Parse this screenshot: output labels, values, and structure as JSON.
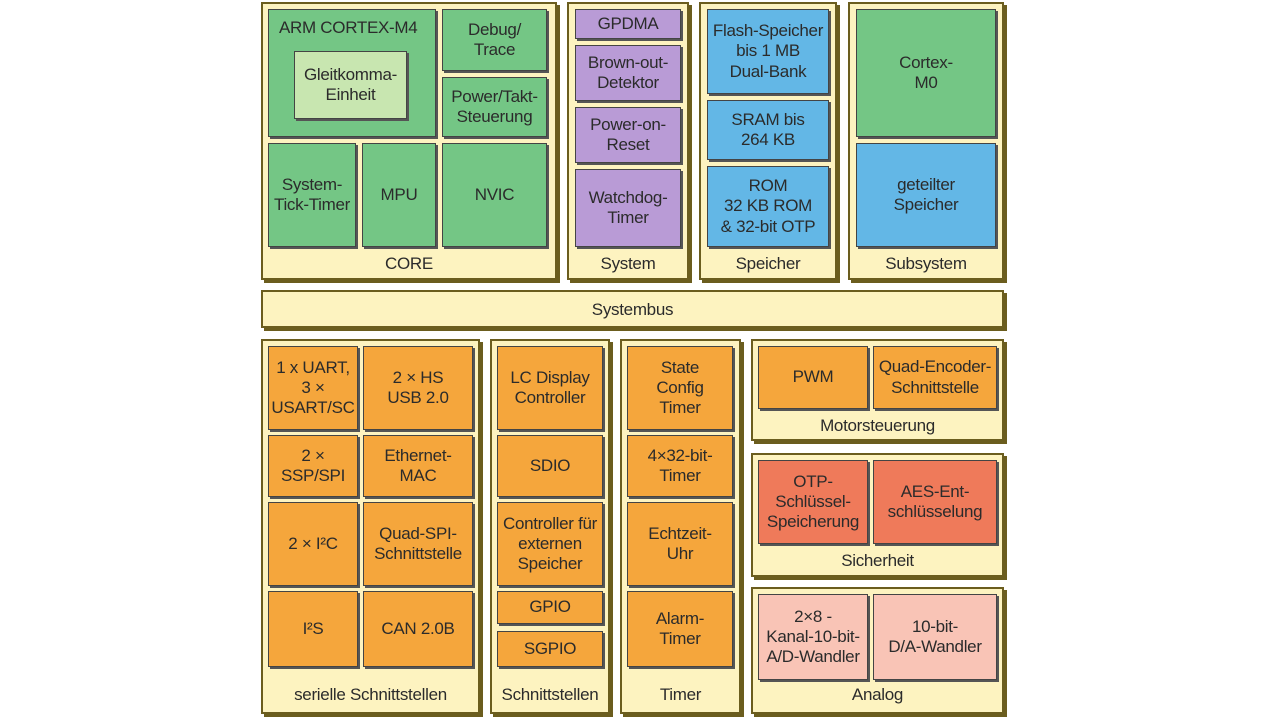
{
  "colors": {
    "panel": "#fdf3c0",
    "panel_border": "#6b5d1e",
    "core": "#74c685",
    "fpu": "#c8e6b0",
    "system": "#b99bd6",
    "memory": "#63b7e6",
    "interfaces": "#f5a63c",
    "security": "#ef7a5a",
    "analog": "#f9c4b6"
  },
  "core": {
    "label": "CORE",
    "arm": "ARM CORTEX-M4",
    "fpu": "Gleitkomma-\nEinheit",
    "debug": "Debug/\nTrace",
    "power": "Power/Takt-\nSteuerung",
    "systick": "System-\nTick-Timer",
    "mpu": "MPU",
    "nvic": "NVIC"
  },
  "system": {
    "label": "System",
    "gpdma": "GPDMA",
    "brownout": "Brown-out-\nDetektor",
    "por": "Power-on-\nReset",
    "watchdog": "Watchdog-\nTimer"
  },
  "memory": {
    "label": "Speicher",
    "flash": "Flash-Speicher\nbis 1 MB\nDual-Bank",
    "sram": "SRAM bis\n264 KB",
    "rom": "ROM\n32 KB ROM\n& 32-bit OTP"
  },
  "subsystem": {
    "label": "Subsystem",
    "m0": "Cortex-\nM0",
    "shared": "geteilter\nSpeicher"
  },
  "bus": {
    "label": "Systembus"
  },
  "serial": {
    "label": "serielle Schnittstellen",
    "uart": "1 x UART,\n3 ×\nUSART/SC",
    "usb": "2 × HS\nUSB 2.0",
    "ssp": "2 ×\nSSP/SPI",
    "ethernet": "Ethernet-\nMAC",
    "i2c": "2 × I²C",
    "quadspi": "Quad-SPI-\nSchnittstelle",
    "i2s": "I²S",
    "can": "CAN 2.0B"
  },
  "interfaces": {
    "label": "Schnittstellen",
    "lcd": "LC Display\nController",
    "sdio": "SDIO",
    "emc": "Controller für\nexternen\nSpeicher",
    "gpio": "GPIO",
    "sgpio": "SGPIO"
  },
  "timer": {
    "label": "Timer",
    "sct": "State\nConfig\nTimer",
    "timer32": "4×32-bit-\nTimer",
    "rtc": "Echtzeit-\nUhr",
    "alarm": "Alarm-\nTimer"
  },
  "motor": {
    "label": "Motorsteuerung",
    "pwm": "PWM",
    "qei": "Quad-Encoder-\nSchnittstelle"
  },
  "security": {
    "label": "Sicherheit",
    "otp": "OTP-\nSchlüssel-\nSpeicherung",
    "aes": "AES-Ent-\nschlüsselung"
  },
  "analog": {
    "label": "Analog",
    "adc": "2×8 -\nKanal-10-bit-\nA/D-Wandler",
    "dac": "10-bit-\nD/A-Wandler"
  }
}
